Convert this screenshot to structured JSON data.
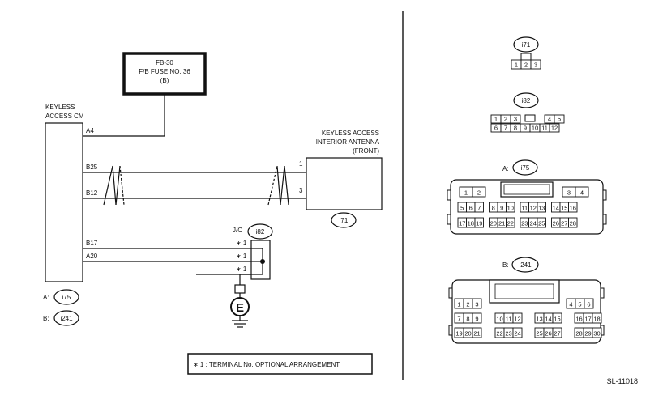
{
  "fuse": {
    "line1": "FB-30",
    "line2": "F/B FUSE NO. 36",
    "line3": "(B)"
  },
  "keyless_cm": {
    "line1": "KEYLESS",
    "line2": "ACCESS CM",
    "pin_a4": "A4",
    "pin_b25": "B25",
    "pin_b12": "B12",
    "pin_b17": "B17",
    "pin_a20": "A20"
  },
  "antenna": {
    "line1": "KEYLESS ACCESS",
    "line2": "INTERIOR ANTENNA",
    "line3": "(FRONT)",
    "pin1": "1",
    "pin3": "3",
    "connector": "i71"
  },
  "jc": {
    "label": "J/C",
    "connector": "i82",
    "terminal_mark": "∗ 1"
  },
  "ground": {
    "symbol": "E"
  },
  "connector_legend": {
    "a_prefix": "A:",
    "a_connector": "i75",
    "b_prefix": "B:",
    "b_connector": "i241"
  },
  "note": {
    "text": "∗ 1 : TERMINAL No. OPTIONAL ARRANGEMENT"
  },
  "connectors": {
    "i71": {
      "label": "i71",
      "pins": [
        "1",
        "2",
        "3"
      ]
    },
    "i82": {
      "label": "i82",
      "pins_top": [
        "1",
        "2",
        "3",
        "4",
        "5"
      ],
      "pins_bottom": [
        "6",
        "7",
        "8",
        "9",
        "10",
        "11",
        "12"
      ]
    },
    "i75": {
      "prefix": "A:",
      "label": "i75",
      "row1": [
        "1",
        "2",
        "3",
        "4"
      ],
      "row2": [
        "5",
        "6",
        "7",
        "8",
        "9",
        "10",
        "11",
        "12",
        "13",
        "14",
        "15",
        "16"
      ],
      "row3": [
        "17",
        "18",
        "19",
        "20",
        "21",
        "22",
        "23",
        "24",
        "25",
        "26",
        "27",
        "28"
      ]
    },
    "i241": {
      "prefix": "B:",
      "label": "i241",
      "row1": [
        "1",
        "2",
        "3",
        "4",
        "5",
        "6"
      ],
      "row2": [
        "7",
        "8",
        "9",
        "10",
        "11",
        "12",
        "13",
        "14",
        "15",
        "16",
        "17",
        "18"
      ],
      "row3": [
        "19",
        "20",
        "21",
        "22",
        "23",
        "24",
        "25",
        "26",
        "27",
        "28",
        "29",
        "30"
      ]
    }
  },
  "diagram_id": "SL-11018"
}
